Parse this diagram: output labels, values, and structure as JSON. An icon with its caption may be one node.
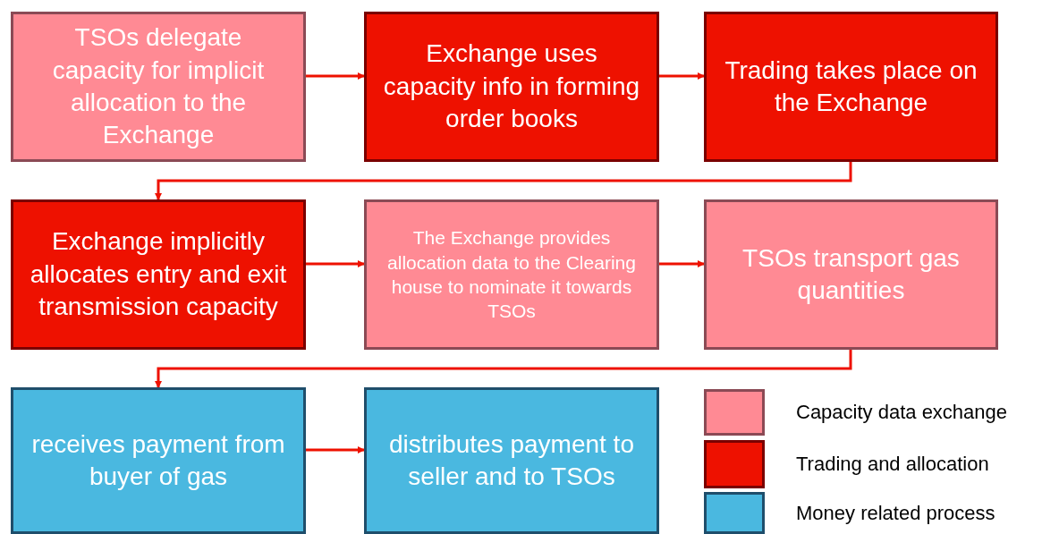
{
  "diagram": {
    "nodes": [
      {
        "text": [
          "TSOs delegate capacity for implicit allocation to the Exchange"
        ]
      },
      {
        "text": [
          "Exchange uses capacity info in forming order books"
        ]
      },
      {
        "text": [
          "Trading takes place on the Exchange"
        ]
      },
      {
        "text": [
          "Exchange implicitly allocates entry and exit transmission capacity"
        ]
      },
      {
        "text": [
          "The Exchange provides allocation data to the Clearing house to nominate it towards TSOs"
        ]
      },
      {
        "text": [
          "TSOs transport gas quantities"
        ]
      },
      {
        "text": [
          "receives payment from buyer of gas"
        ]
      },
      {
        "text": [
          "distributes payment to seller and to TSOs"
        ]
      }
    ],
    "edges": [
      {
        "from": 0,
        "to": 1,
        "arrow": "to"
      },
      {
        "from": 1,
        "to": 2,
        "arrow": "to"
      },
      {
        "from": 2,
        "to": 3,
        "arrow": "to"
      },
      {
        "from": 3,
        "to": 4,
        "arrow": "to"
      },
      {
        "from": 4,
        "to": 5,
        "arrow": "to"
      },
      {
        "from": 5,
        "to": 6,
        "arrow": "to"
      },
      {
        "from": 6,
        "to": 7,
        "arrow": "to"
      }
    ],
    "legend": [
      {
        "text": "Capacity data exchange",
        "color": "#ff8a94"
      },
      {
        "text": "Trading and allocation",
        "color": "#ee1100"
      },
      {
        "text": "Money related process",
        "color": "#4ab8e0"
      }
    ]
  }
}
